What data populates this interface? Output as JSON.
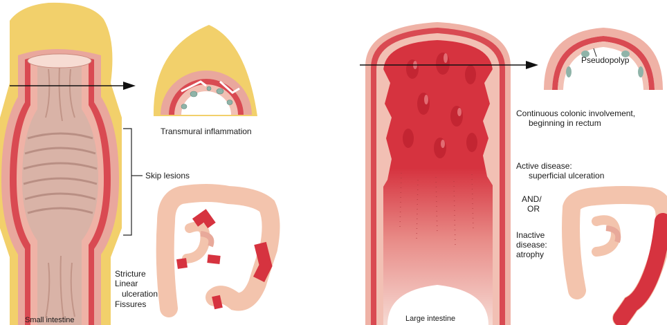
{
  "left_panel": {
    "caption": "Small intestine",
    "cross_section_label": "Transmural inflammation",
    "bracket_label": "Skip lesions",
    "features": [
      "Stricture",
      "Linear",
      "ulceration",
      "Fissures"
    ]
  },
  "right_panel": {
    "caption": "Large intestine",
    "cross_section_label": "Pseudopolyp",
    "involvement": [
      "Continuous colonic involvement,",
      "beginning in rectum"
    ],
    "active": [
      "Active disease:",
      "superficial ulceration"
    ],
    "andor": [
      "AND/",
      "OR"
    ],
    "inactive": [
      "Inactive",
      "disease:",
      "atrophy"
    ]
  },
  "colors": {
    "fat": "#f2d06b",
    "wall": "#e9a79d",
    "mucosa_inflamed": "#d6333f",
    "lumen": "#e6c3b8",
    "colon": "#f3c4ad"
  }
}
